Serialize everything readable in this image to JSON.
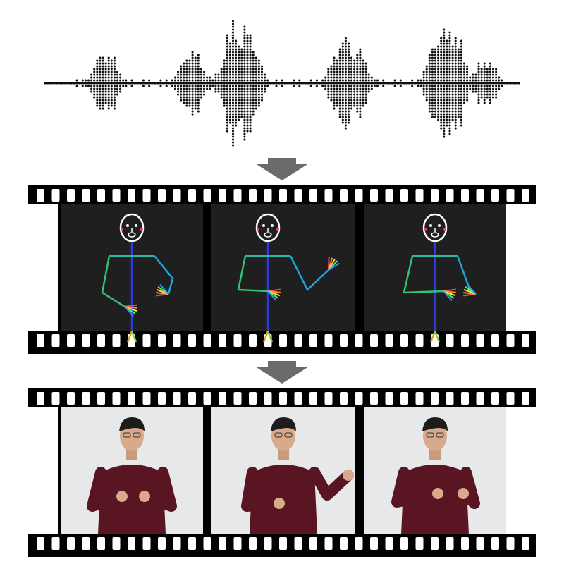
{
  "waveform": {
    "icon": "audio-waveform-icon",
    "color": "#111111"
  },
  "arrows": {
    "icon": "down-arrow-icon",
    "color": "#6b6b6b"
  },
  "pose_strip": {
    "icon": "film-strip-icon",
    "frames": [
      {
        "pose": "both-hands-low",
        "icon": "pose-skeleton-icon"
      },
      {
        "pose": "right-hand-raised",
        "icon": "pose-skeleton-icon"
      },
      {
        "pose": "hands-crossed",
        "icon": "pose-skeleton-icon"
      }
    ],
    "frame_bg": "#1f1f1f"
  },
  "video_strip": {
    "icon": "film-strip-icon",
    "frames": [
      {
        "pose": "both-hands-low",
        "icon": "speaker-photo-icon"
      },
      {
        "pose": "right-hand-raised",
        "icon": "speaker-photo-icon"
      },
      {
        "pose": "hands-crossed",
        "icon": "speaker-photo-icon"
      }
    ],
    "backdrop": "#e6e8ea",
    "shirt": "#5a1522"
  }
}
